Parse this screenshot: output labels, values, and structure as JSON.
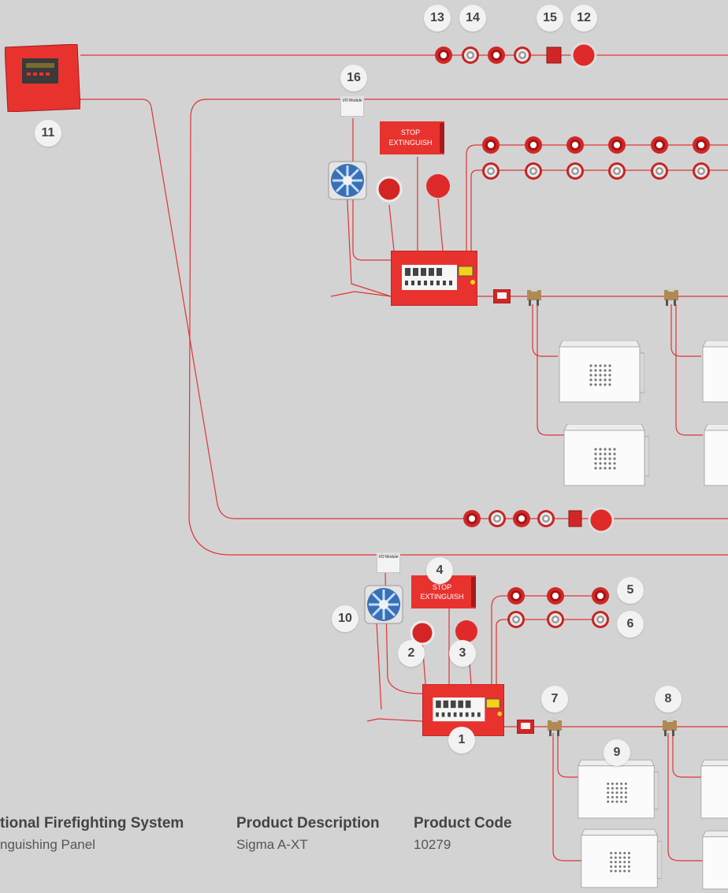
{
  "colors": {
    "background": "#d3d3d3",
    "cable": "#e03434",
    "panel": "#e8322e",
    "badge": "#f2f2f2"
  },
  "labels": {
    "stop_line1": "STOP",
    "stop_line2": "EXTINGUISH",
    "io_module": "I/O Module"
  },
  "badges": {
    "b1": "1",
    "b2": "2",
    "b3": "3",
    "b4": "4",
    "b5": "5",
    "b6": "6",
    "b7": "7",
    "b8": "8",
    "b9": "9",
    "b10": "10",
    "b11": "11",
    "b12": "12",
    "b13": "13",
    "b14": "14",
    "b15": "15",
    "b16": "16"
  },
  "footer": {
    "system_title": "tional Firefighting System",
    "system_sub": "nguishing Panel",
    "desc_title": "Product Description",
    "desc_value": "Sigma A-XT",
    "code_title": "Product Code",
    "code_value": "10279"
  }
}
